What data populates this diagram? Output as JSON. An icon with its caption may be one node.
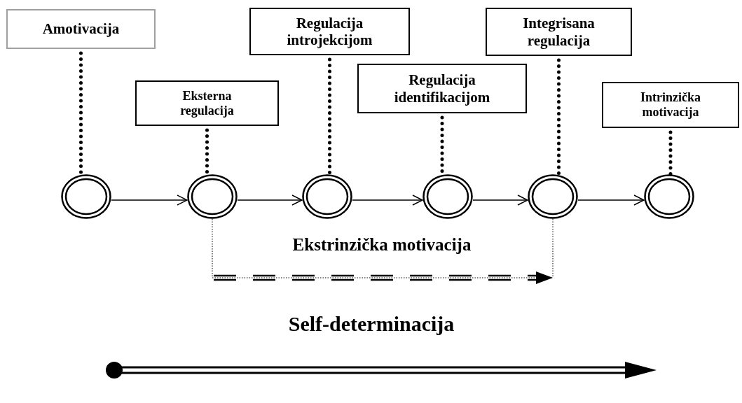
{
  "diagram": {
    "nodes": [
      {
        "text": [
          "Amotivacija"
        ]
      },
      {
        "text": [
          "Eksterna regulacija"
        ]
      },
      {
        "text": [
          "Regulacija introjekcijom"
        ]
      },
      {
        "text": [
          "Regulacija identifikacijom"
        ]
      },
      {
        "text": [
          "Integrisana regulacija"
        ]
      },
      {
        "text": [
          "Intrinzička motivacija"
        ]
      },
      {
        "text": [],
        "shape": "circle"
      },
      {
        "text": [],
        "shape": "circle"
      },
      {
        "text": [],
        "shape": "circle"
      },
      {
        "text": [],
        "shape": "circle"
      },
      {
        "text": [],
        "shape": "circle"
      },
      {
        "text": [],
        "shape": "circle"
      }
    ],
    "edges": [
      {
        "from": 0,
        "to": 6,
        "arrow": "none",
        "style": "dashed"
      },
      {
        "from": 1,
        "to": 7,
        "arrow": "none",
        "style": "dashed"
      },
      {
        "from": 2,
        "to": 8,
        "arrow": "none",
        "style": "dashed"
      },
      {
        "from": 3,
        "to": 9,
        "arrow": "none",
        "style": "dashed"
      },
      {
        "from": 4,
        "to": 10,
        "arrow": "none",
        "style": "dashed"
      },
      {
        "from": 5,
        "to": 11,
        "arrow": "none",
        "style": "dashed"
      },
      {
        "from": 6,
        "to": 7,
        "arrow": "to"
      },
      {
        "from": 7,
        "to": 8,
        "arrow": "to"
      },
      {
        "from": 8,
        "to": 9,
        "arrow": "to"
      },
      {
        "from": 9,
        "to": 10,
        "arrow": "to"
      },
      {
        "from": 10,
        "to": 11,
        "arrow": "to"
      },
      {
        "from": 7,
        "to": null,
        "arrow": "to",
        "label": "Ekstrinzička motivacija",
        "style": "dashed"
      },
      {
        "from": 10,
        "to": null,
        "arrow": "none",
        "style": "dashed"
      }
    ],
    "labels": [
      "Self-determinacija"
    ]
  }
}
